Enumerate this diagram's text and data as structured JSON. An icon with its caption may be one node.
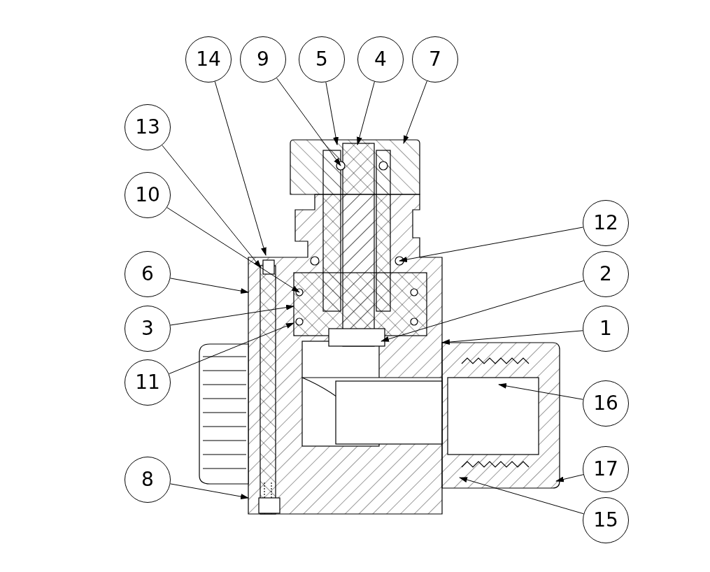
{
  "diagram": {
    "nodes": [
      {
        "text": [
          "14"
        ]
      },
      {
        "text": [
          "9"
        ]
      },
      {
        "text": [
          "5"
        ]
      },
      {
        "text": [
          "4"
        ]
      },
      {
        "text": [
          "7"
        ]
      },
      {
        "text": [
          "13"
        ]
      },
      {
        "text": [
          "10"
        ]
      },
      {
        "text": [
          "12"
        ]
      },
      {
        "text": [
          "6"
        ]
      },
      {
        "text": [
          "2"
        ]
      },
      {
        "text": [
          "3"
        ]
      },
      {
        "text": [
          "1"
        ]
      },
      {
        "text": [
          "11"
        ]
      },
      {
        "text": [
          "16"
        ]
      },
      {
        "text": [
          "8"
        ]
      },
      {
        "text": [
          "17"
        ]
      },
      {
        "text": [
          "15"
        ]
      }
    ],
    "edges": [
      {
        "from": 0,
        "to": null,
        "arrow": "to"
      },
      {
        "from": 1,
        "to": null,
        "arrow": "to"
      },
      {
        "from": 2,
        "to": null,
        "arrow": "to"
      },
      {
        "from": 3,
        "to": null,
        "arrow": "to"
      },
      {
        "from": 4,
        "to": null,
        "arrow": "to"
      },
      {
        "from": 5,
        "to": null,
        "arrow": "to"
      },
      {
        "from": 6,
        "to": null,
        "arrow": "to"
      },
      {
        "from": 7,
        "to": null,
        "arrow": "to"
      },
      {
        "from": 8,
        "to": null,
        "arrow": "to"
      },
      {
        "from": 9,
        "to": null,
        "arrow": "to"
      },
      {
        "from": 10,
        "to": null,
        "arrow": "to"
      },
      {
        "from": 11,
        "to": null,
        "arrow": "to"
      },
      {
        "from": 12,
        "to": null,
        "arrow": "to"
      },
      {
        "from": 13,
        "to": null,
        "arrow": "to"
      },
      {
        "from": 14,
        "to": null,
        "arrow": "to"
      },
      {
        "from": 15,
        "to": null,
        "arrow": "to"
      },
      {
        "from": 16,
        "to": null,
        "arrow": "to"
      }
    ]
  }
}
